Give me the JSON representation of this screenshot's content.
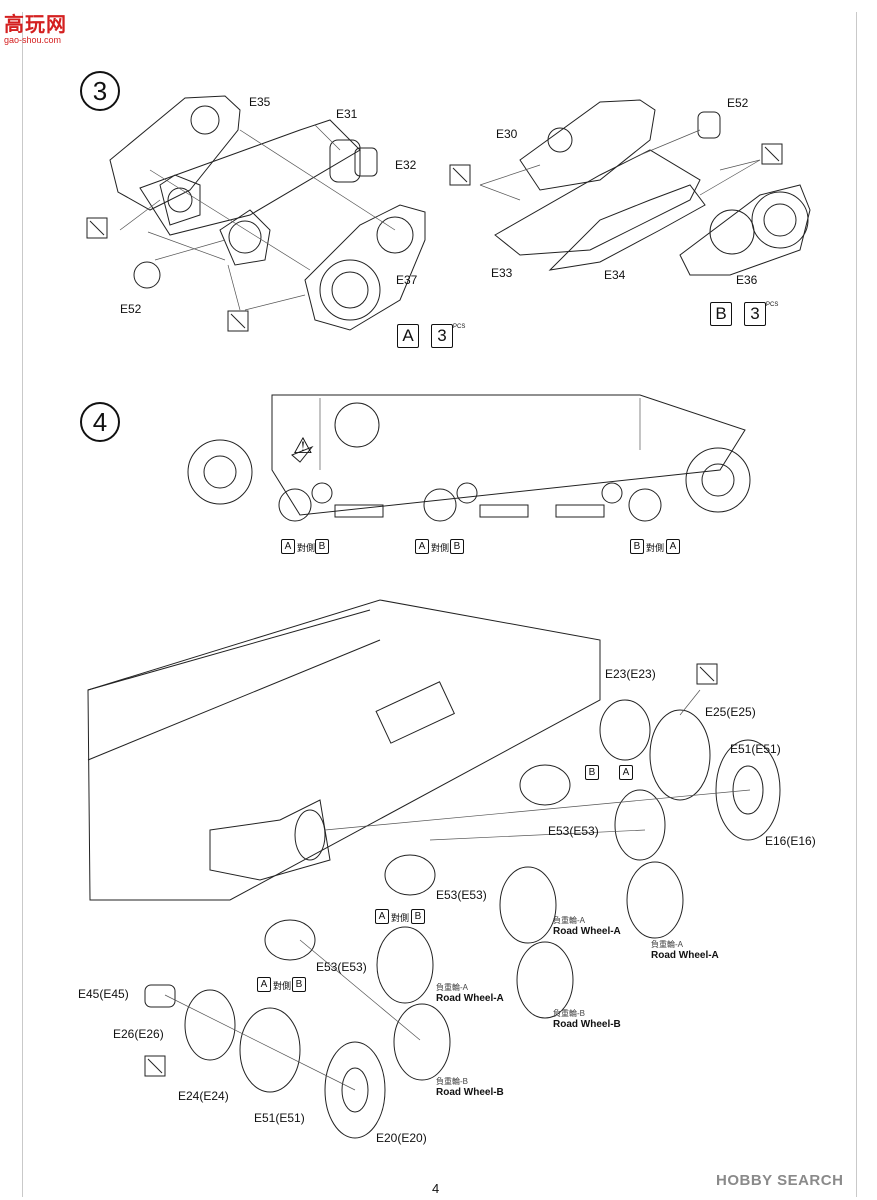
{
  "watermark": {
    "name": "高玩网",
    "url": "gao-shou.com"
  },
  "step3": {
    "number": "3",
    "left": {
      "e35": "E35",
      "e31": "E31",
      "e32": "E32",
      "e37": "E37",
      "e52": "E52",
      "box": "A",
      "qty": "3",
      "pcs": "PCS"
    },
    "right": {
      "e52": "E52",
      "e30": "E30",
      "e33": "E33",
      "e34": "E34",
      "e36": "E36",
      "box": "B",
      "qty": "3",
      "pcs": "PCS"
    }
  },
  "step4": {
    "number": "4",
    "pairs": [
      {
        "a": "A",
        "mid": "對側",
        "b": "B"
      },
      {
        "a": "A",
        "mid": "對側",
        "b": "B"
      },
      {
        "a": "B",
        "mid": "對側",
        "b": "A"
      }
    ]
  },
  "step5": {
    "labels": {
      "e23": "E23(E23)",
      "e25": "E25(E25)",
      "e51r": "E51(E51)",
      "e16": "E16(E16)",
      "e53a": "E53(E53)",
      "e53b": "E53(E53)",
      "e53c": "E53(E53)",
      "e45": "E45(E45)",
      "e26": "E26(E26)",
      "e24": "E24(E24)",
      "e51l": "E51(E51)",
      "e20": "E20(E20)"
    },
    "pairs": [
      {
        "a": "B",
        "mid": "",
        "b": "A"
      },
      {
        "a": "A",
        "mid": "對側",
        "b": "B"
      },
      {
        "a": "A",
        "mid": "對側",
        "b": "B"
      }
    ],
    "road_wheels": [
      {
        "cn": "負重輪-A",
        "en": "Road Wheel-A"
      },
      {
        "cn": "負重輪-A",
        "en": "Road Wheel-A"
      },
      {
        "cn": "負重輪-A",
        "en": "Road Wheel-A"
      },
      {
        "cn": "負重輪-B",
        "en": "Road Wheel-B"
      },
      {
        "cn": "負重輪-B",
        "en": "Road Wheel-B"
      }
    ]
  },
  "footer": {
    "page": "4",
    "source": "HOBBY SEARCH"
  }
}
